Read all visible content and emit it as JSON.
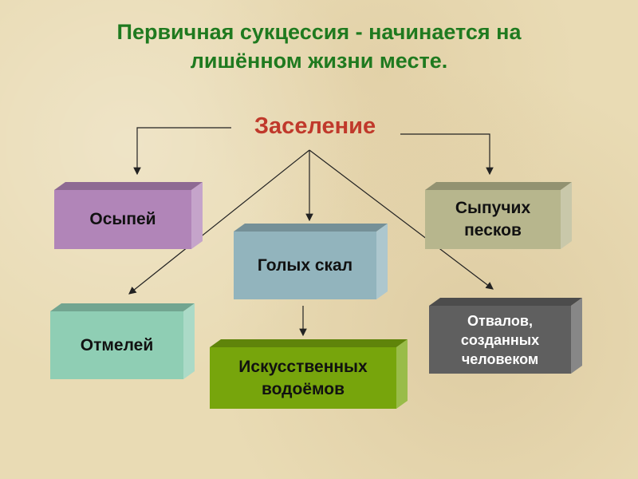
{
  "title_line1": "Первичная сукцессия - начинается на",
  "title_line2": "лишённом жизни месте.",
  "center": "Заселение",
  "boxes": [
    {
      "line1": "Осыпей",
      "color": "#b185b8"
    },
    {
      "line1": "Сыпучих",
      "line2": "песков",
      "color": "#b7b68d"
    },
    {
      "line1": "Голых скал",
      "color": "#92b4bd"
    },
    {
      "line1": "Отмелей",
      "color": "#8fceb4"
    },
    {
      "line1": "Искусственных",
      "line2": "водоёмов",
      "color": "#77a50c"
    },
    {
      "line1": "Отвалов,",
      "line2": "созданных",
      "line3": "человеком",
      "color": "#5f5f5f"
    }
  ]
}
